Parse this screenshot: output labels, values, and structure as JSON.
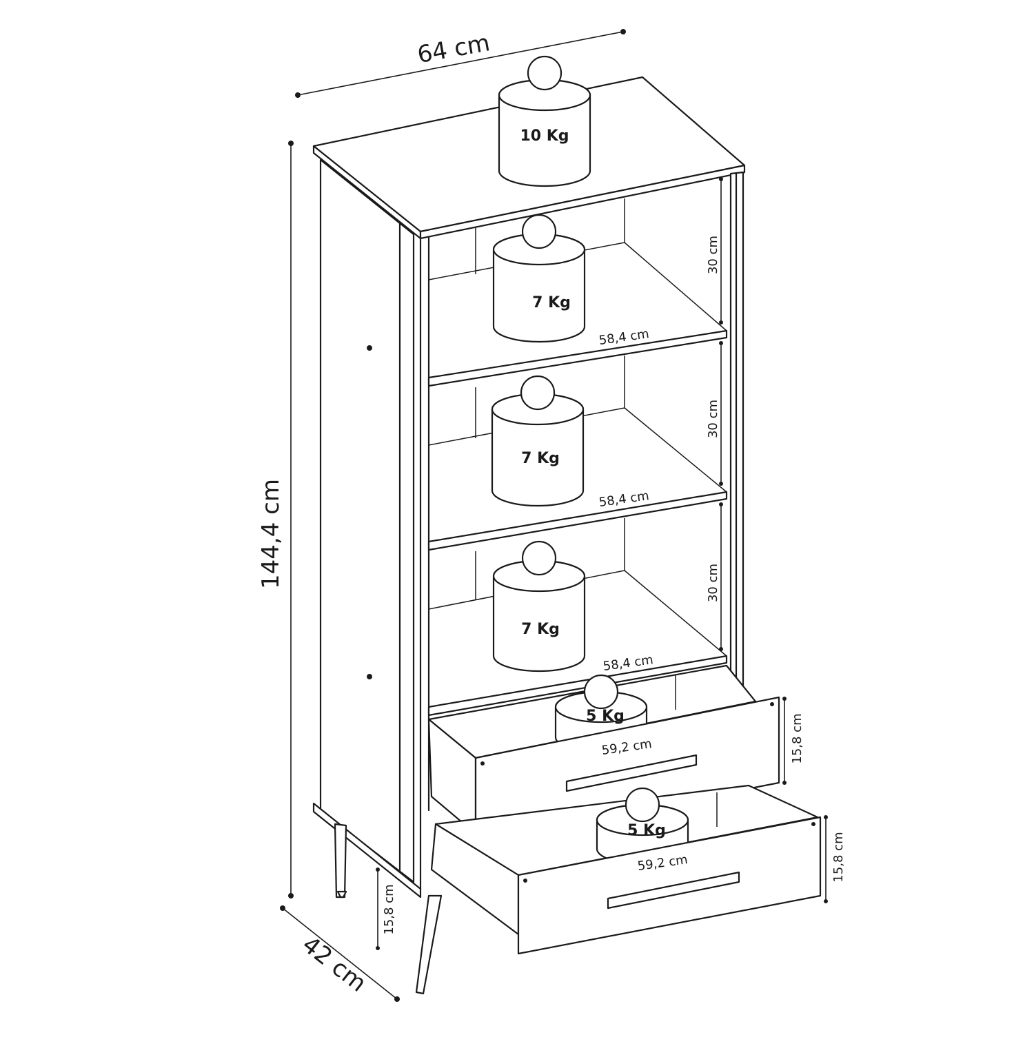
{
  "dimensions": {
    "width": "64 cm",
    "height": "144,4 cm",
    "depth": "42 cm",
    "leg_height": "15,8 cm"
  },
  "shelves": [
    {
      "height": "30 cm",
      "width": "58,4 cm",
      "load": "7 Kg"
    },
    {
      "height": "30 cm",
      "width": "58,4 cm",
      "load": "7 Kg"
    },
    {
      "height": "30 cm",
      "width": "58,4 cm",
      "load": "7 Kg"
    }
  ],
  "top_load": "10 Kg",
  "drawers": [
    {
      "height": "15,8 cm",
      "width": "59,2 cm",
      "load": "5 Kg"
    },
    {
      "height": "15,8 cm",
      "width": "59,2 cm",
      "load": "5 Kg"
    }
  ]
}
